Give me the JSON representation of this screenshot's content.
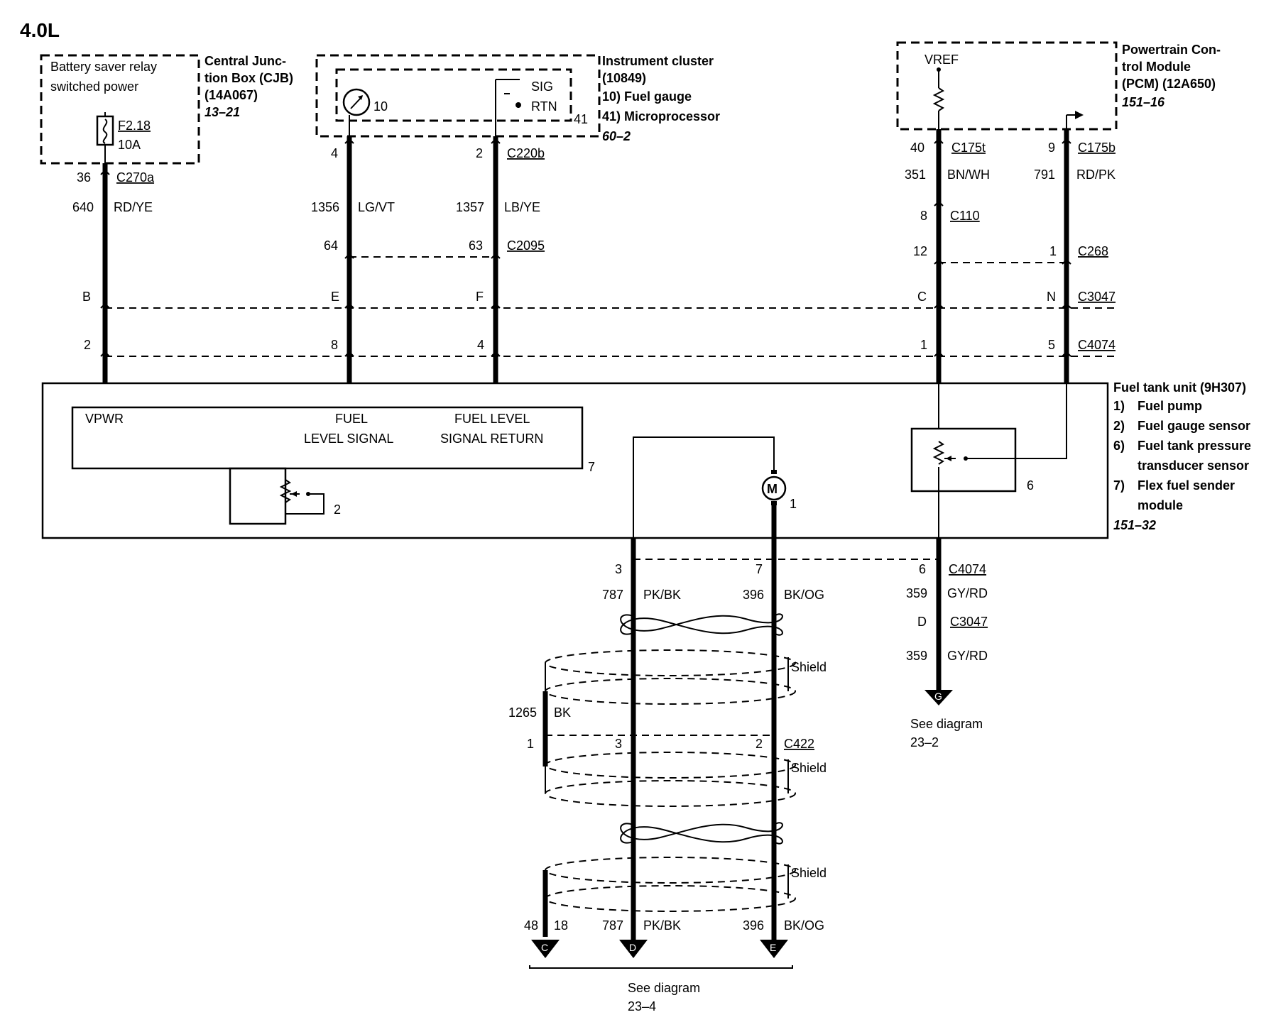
{
  "title": "4.0L",
  "components": {
    "cjb": {
      "box_line1": "Battery saver relay",
      "box_line2": "switched power",
      "fuse_id": "F2.18",
      "fuse_rating": "10A",
      "name_line1": "Central Junc-",
      "name_line2": "tion Box (CJB)",
      "name_line3": "(14A067)",
      "ref": "13–21"
    },
    "cluster": {
      "gauge_pin": "10",
      "sig": "SIG",
      "rtn": "RTN",
      "micro_pin": "41",
      "name_line1": "Instrument cluster",
      "name_line2": "(10849)",
      "item1": "10) Fuel gauge",
      "item2": "41) Microprocessor",
      "ref": "60–2"
    },
    "pcm": {
      "vref": "VREF",
      "name_line1": "Powertrain Con-",
      "name_line2": "trol Module",
      "name_line3": "(PCM) (12A650)",
      "ref": "151–16"
    },
    "tank": {
      "name": "Fuel tank unit (9H307)",
      "items": [
        {
          "num": "1)",
          "text": "Fuel pump"
        },
        {
          "num": "2)",
          "text": "Fuel gauge sensor"
        },
        {
          "num": "6)",
          "text": "Fuel tank pressure"
        },
        {
          "num": "",
          "text": "transducer sensor"
        },
        {
          "num": "7)",
          "text": "Flex fuel sender"
        },
        {
          "num": "",
          "text": "module"
        }
      ],
      "ref": "151–32",
      "vpwr": "VPWR",
      "fuel_sig_line1": "FUEL",
      "fuel_sig_line2": "LEVEL SIGNAL",
      "fuel_ret_line1": "FUEL LEVEL",
      "fuel_ret_line2": "SIGNAL RETURN",
      "module_num": "7",
      "sensor_num": "2",
      "pump_num": "1",
      "pump_symbol": "M",
      "pressure_num": "6"
    }
  },
  "wires": {
    "w1": {
      "pin": "36",
      "conn": "C270a",
      "circuit": "640",
      "color": "RD/YE",
      "b_pin": "B",
      "c4074_pin": "2"
    },
    "w2": {
      "pin": "4",
      "circuit": "1356",
      "color": "LG/VT",
      "c2095_pin": "64",
      "b_pin": "E",
      "c4074_pin": "8"
    },
    "w3": {
      "pin": "2",
      "conn": "C220b",
      "circuit": "1357",
      "color": "LB/YE",
      "c2095_pin": "63",
      "c2095": "C2095",
      "b_pin": "F",
      "c4074_pin": "4"
    },
    "w4": {
      "pin": "40",
      "conn": "C175t",
      "circuit": "351",
      "color": "BN/WH",
      "c110_pin": "8",
      "c110": "C110",
      "c268_pin": "12",
      "b_pin": "C",
      "c4074_pin": "1"
    },
    "w5": {
      "pin": "9",
      "conn": "C175b",
      "circuit": "791",
      "color": "RD/PK",
      "c268_pin": "1",
      "c268": "C268",
      "b_pin": "N",
      "c3047": "C3047",
      "c4074_pin": "5",
      "c4074": "C4074"
    },
    "w6": {
      "pin": "6",
      "conn": "C4074",
      "circuit": "359",
      "color": "GY/RD",
      "c3047_pin": "D",
      "conn2": "C3047",
      "circuit2": "359",
      "color2": "GY/RD",
      "arrow": "G",
      "see1": "See diagram",
      "see2": "23–2"
    }
  },
  "bottom": {
    "pk_pin": "3",
    "pk_circuit": "787",
    "pk_color": "PK/BK",
    "bk_pin": "7",
    "bk_circuit": "396",
    "bk_color": "BK/OG",
    "shield": "Shield",
    "drain_circuit": "1265",
    "drain_color": "BK",
    "c422_drain_pin": "1",
    "c422_pk_pin": "3",
    "c422_bk_pin": "2",
    "c422": "C422",
    "out_c_num1": "48",
    "out_c_num2": "18",
    "out_c_arrow": "C",
    "out_d_circuit": "787",
    "out_d_color": "PK/BK",
    "out_d_arrow": "D",
    "out_e_circuit": "396",
    "out_e_color": "BK/OG",
    "out_e_arrow": "E",
    "see1": "See diagram",
    "see2": "23–4"
  }
}
